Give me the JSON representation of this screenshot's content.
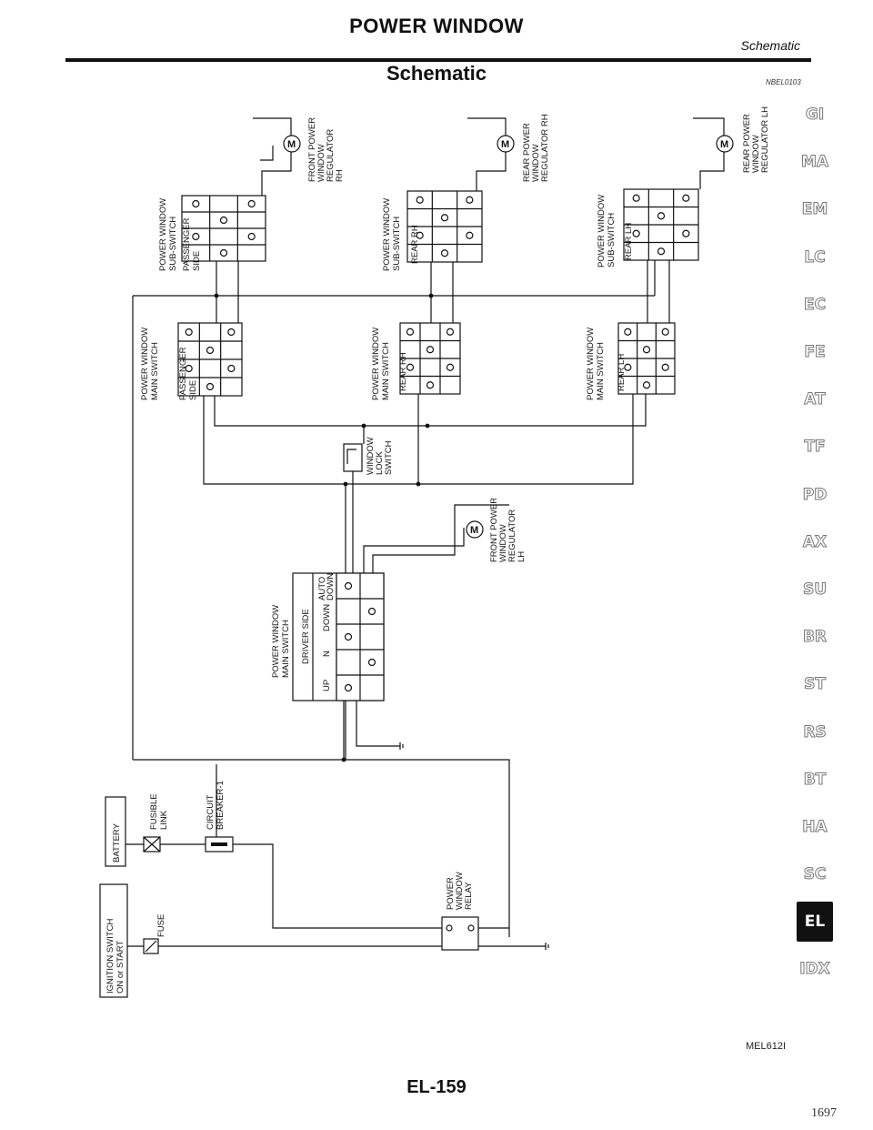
{
  "header": {
    "title": "POWER WINDOW",
    "section": "Schematic"
  },
  "section_title": "Schematic",
  "section_code": "NBEL0103",
  "figure_code": "MEL612I",
  "page_number": "EL-159",
  "print_page": "1697",
  "sidebar": {
    "items": [
      "GI",
      "MA",
      "EM",
      "LC",
      "EC",
      "FE",
      "AT",
      "TF",
      "PD",
      "AX",
      "SU",
      "BR",
      "ST",
      "RS",
      "BT",
      "HA",
      "SC",
      "EL",
      "IDX"
    ],
    "active": "EL"
  },
  "labels": {
    "front_reg_rh": [
      "FRONT POWER",
      "WINDOW",
      "REGULATOR",
      "RH"
    ],
    "rear_reg_rh": [
      "REAR POWER",
      "WINDOW",
      "REGULATOR RH"
    ],
    "rear_reg_lh": [
      "REAR POWER",
      "WINDOW",
      "REGULATOR LH"
    ],
    "sub_passenger": [
      "POWER WINDOW",
      "SUB-SWITCH"
    ],
    "sub_passenger_head": [
      "PASSENGER",
      "SIDE"
    ],
    "sub_rear_rh": [
      "POWER WINDOW",
      "SUB-SWITCH"
    ],
    "sub_rear_rh_head": "REAR RH",
    "sub_rear_lh": [
      "POWER WINDOW",
      "SUB-SWITCH"
    ],
    "sub_rear_lh_head": "REAR LH",
    "main_passenger": [
      "POWER WINDOW",
      "MAIN SWITCH"
    ],
    "main_passenger_head": [
      "PASSENGER",
      "SIDE"
    ],
    "main_rear_rh": [
      "POWER WINDOW",
      "MAIN SWITCH"
    ],
    "main_rear_rh_head": "REAR RH",
    "main_rear_lh": [
      "POWER WINDOW",
      "MAIN SWITCH"
    ],
    "main_rear_lh_head": "REAR LH",
    "lock_switch": [
      "WINDOW",
      "LOCK",
      "SWITCH"
    ],
    "front_reg_lh": [
      "FRONT POWER",
      "WINDOW",
      "REGULATOR",
      "LH"
    ],
    "main_driver": [
      "POWER WINDOW",
      "MAIN SWITCH"
    ],
    "main_driver_head": "DRIVER SIDE",
    "pos_up": "UP",
    "pos_n": "N",
    "pos_down": "DOWN",
    "pos_auto": "AUTO",
    "pos_auto_down": "DOWN",
    "battery": "BATTERY",
    "fusible_link": [
      "FUSIBLE",
      "LINK"
    ],
    "circuit_breaker": [
      "CIRCUIT",
      "BREAKER-1"
    ],
    "ignition": [
      "IGNITION SWITCH",
      "ON or START"
    ],
    "fuse": "FUSE",
    "relay": [
      "POWER",
      "WINDOW",
      "RELAY"
    ],
    "motor": "M"
  }
}
